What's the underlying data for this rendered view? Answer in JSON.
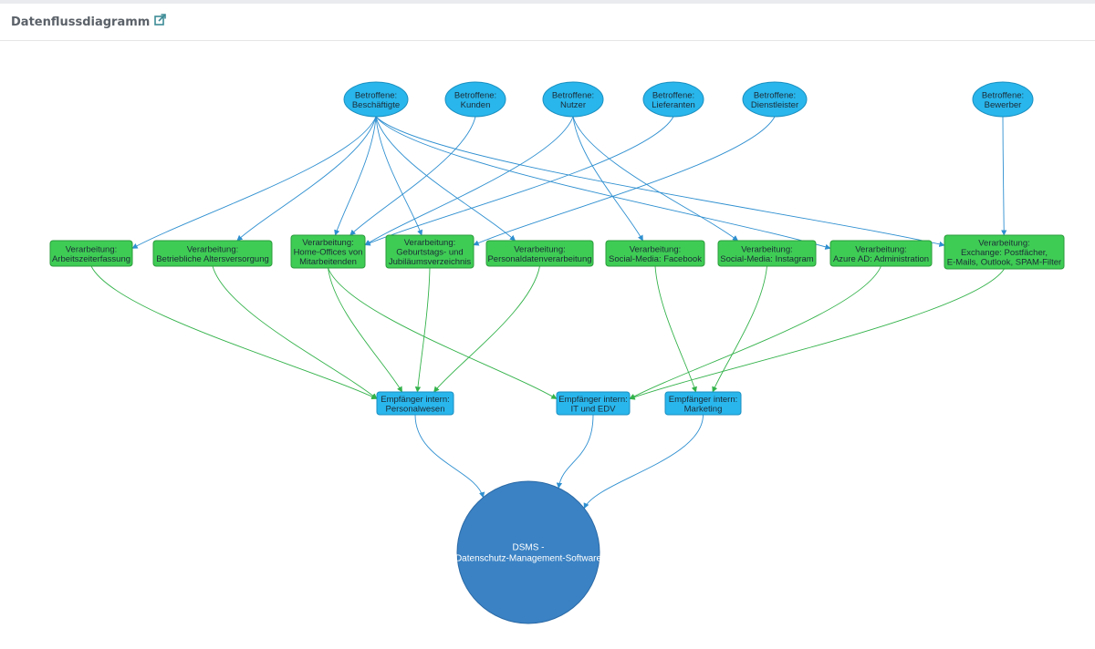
{
  "header": {
    "title": "Datenflussdiagramm",
    "link_icon": "external-link-icon"
  },
  "colors": {
    "betroffene_fill": "#29b6ec",
    "betroffene_stroke": "#1a8fc0",
    "verarbeitung_fill": "#3fcc55",
    "verarbeitung_stroke": "#2a9b3a",
    "empfaenger_fill": "#29b6ec",
    "empfaenger_stroke": "#1a8fc0",
    "dsms_fill": "#3a82c4",
    "dsms_stroke": "#2b6aa6",
    "edge_blue": "#2e8fd0",
    "edge_green": "#33b24a"
  },
  "diagram": {
    "betroffene": [
      {
        "id": "b1",
        "lines": [
          "Betroffene:",
          "Beschäftigte"
        ]
      },
      {
        "id": "b2",
        "lines": [
          "Betroffene:",
          "Kunden"
        ]
      },
      {
        "id": "b3",
        "lines": [
          "Betroffene:",
          "Nutzer"
        ]
      },
      {
        "id": "b4",
        "lines": [
          "Betroffene:",
          "Lieferanten"
        ]
      },
      {
        "id": "b5",
        "lines": [
          "Betroffene:",
          "Dienstleister"
        ]
      },
      {
        "id": "b6",
        "lines": [
          "Betroffene:",
          "Bewerber"
        ]
      }
    ],
    "verarbeitungen": [
      {
        "id": "v1",
        "lines": [
          "Verarbeitung:",
          "Arbeitszeiterfassung"
        ]
      },
      {
        "id": "v2",
        "lines": [
          "Verarbeitung:",
          "Betriebliche Altersversorgung"
        ]
      },
      {
        "id": "v3",
        "lines": [
          "Verarbeitung:",
          "Home-Offices von",
          "Mitarbeitenden"
        ]
      },
      {
        "id": "v4",
        "lines": [
          "Verarbeitung:",
          "Geburtstags- und",
          "Jubiläumsverzeichnis"
        ]
      },
      {
        "id": "v5",
        "lines": [
          "Verarbeitung:",
          "Personaldatenverarbeitung"
        ]
      },
      {
        "id": "v6",
        "lines": [
          "Verarbeitung:",
          "Social-Media: Facebook"
        ]
      },
      {
        "id": "v7",
        "lines": [
          "Verarbeitung:",
          "Social-Media: Instagram"
        ]
      },
      {
        "id": "v8",
        "lines": [
          "Verarbeitung:",
          "Azure AD: Administration"
        ]
      },
      {
        "id": "v9",
        "lines": [
          "Verarbeitung:",
          "Exchange: Postfächer,",
          "E-Mails, Outlook, SPAM-Filter"
        ]
      }
    ],
    "empfaenger": [
      {
        "id": "e1",
        "lines": [
          "Empfänger intern:",
          "Personalwesen"
        ]
      },
      {
        "id": "e2",
        "lines": [
          "Empfänger intern:",
          "IT und EDV"
        ]
      },
      {
        "id": "e3",
        "lines": [
          "Empfänger intern:",
          "Marketing"
        ]
      }
    ],
    "system": {
      "id": "s1",
      "lines": [
        "DSMS -",
        "Datenschutz-Management-Software"
      ]
    },
    "edges": [
      {
        "from": "b1",
        "to": "v1"
      },
      {
        "from": "b1",
        "to": "v2"
      },
      {
        "from": "b1",
        "to": "v3"
      },
      {
        "from": "b1",
        "to": "v4"
      },
      {
        "from": "b1",
        "to": "v5"
      },
      {
        "from": "b1",
        "to": "v8"
      },
      {
        "from": "b1",
        "to": "v9"
      },
      {
        "from": "b2",
        "to": "v3"
      },
      {
        "from": "b3",
        "to": "v3"
      },
      {
        "from": "b3",
        "to": "v6"
      },
      {
        "from": "b3",
        "to": "v7"
      },
      {
        "from": "b4",
        "to": "v3"
      },
      {
        "from": "b5",
        "to": "v4"
      },
      {
        "from": "b6",
        "to": "v9"
      },
      {
        "from": "v1",
        "to": "e1"
      },
      {
        "from": "v2",
        "to": "e1"
      },
      {
        "from": "v3",
        "to": "e1"
      },
      {
        "from": "v3",
        "to": "e2"
      },
      {
        "from": "v4",
        "to": "e1"
      },
      {
        "from": "v5",
        "to": "e1"
      },
      {
        "from": "v6",
        "to": "e3"
      },
      {
        "from": "v7",
        "to": "e3"
      },
      {
        "from": "v8",
        "to": "e2"
      },
      {
        "from": "v9",
        "to": "e2"
      },
      {
        "from": "e1",
        "to": "s1"
      },
      {
        "from": "e2",
        "to": "s1"
      },
      {
        "from": "e3",
        "to": "s1"
      }
    ]
  }
}
